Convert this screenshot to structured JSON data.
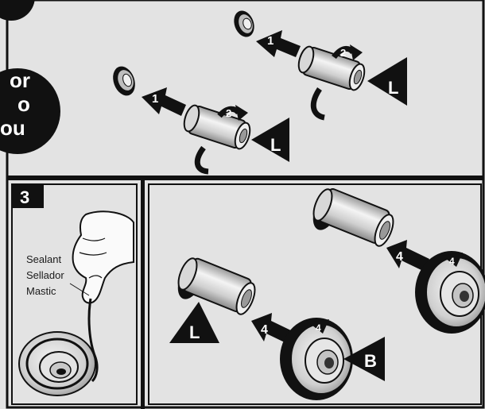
{
  "side_tab": {
    "lines": [
      "or",
      "o",
      "ou"
    ]
  },
  "panel_top": {
    "steps": {
      "push": "1",
      "twist": "2"
    },
    "side_label": "L"
  },
  "panel_left": {
    "step_number": "3",
    "callouts": [
      "Sealant",
      "Sellador",
      "Mastic"
    ]
  },
  "panel_right": {
    "step": "4",
    "labels": {
      "left": "L",
      "back": "B"
    }
  }
}
